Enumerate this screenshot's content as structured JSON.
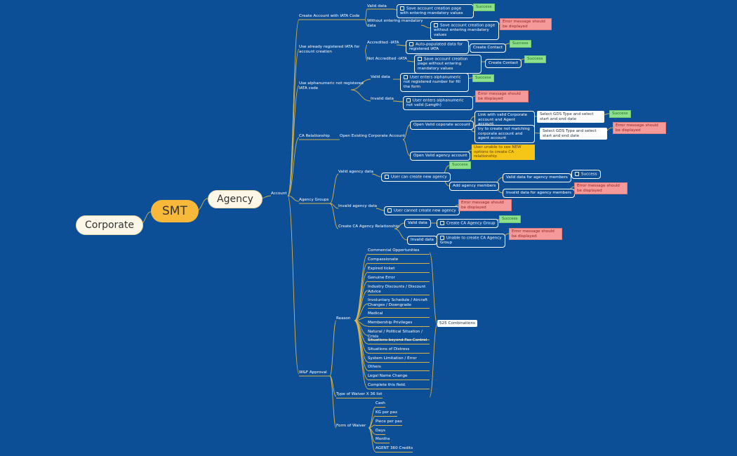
{
  "colors": {
    "background": "#0d4f96",
    "line": "#d8b34a",
    "success": "#8ee08e",
    "error": "#f59a9a",
    "warning": "#f5c518",
    "root": "#f8b93a"
  },
  "root": {
    "corporate": "Corporate",
    "smt": "SMT",
    "agency": "Agency",
    "account": "Account"
  },
  "branches": {
    "create_iata": "Create Account with IATA Code",
    "registered_iata": "Use already registered IATA for account creation",
    "alnum_iata": "Use alphanumeric not registered IATA code",
    "ca_relationship": "CA Relationship",
    "agency_groups": "Agency Groups",
    "wf_approval": "W&F Approval"
  },
  "create_iata": {
    "valid_data": "Valid data",
    "valid_action": "Save account creation page with entering mandatory values",
    "success": "Success",
    "without_mandatory": "Without entering mandatory data",
    "without_action": "Save account creation page without entering mandatory values",
    "error": "Error message should be displayed"
  },
  "registered_iata": {
    "accredited": "Accredited -IATA",
    "accredited_action": "Auto-populated data for registered IATA",
    "create_contact": "Create Contact",
    "success": "Success",
    "not_accredited": "Not Accredited -IATA",
    "not_accredited_action": "Save account creation page without entering mandatory values",
    "create_contact_2": "Create Contact",
    "success_2": "Success"
  },
  "alnum_iata": {
    "valid_data": "Valid data",
    "valid_action": "User enters alphanumeric not registered number for fill the form",
    "success": "Success",
    "invalid_data": "Invalid data",
    "invalid_action": "User enters alphanumeric not valid (Length)",
    "error": "Error message should be displayed"
  },
  "ca": {
    "open_existing": "Open Existing Corporate Account",
    "open_valid_corp": "Open Valid coporate account",
    "link_valid": "Link with valid Corporate account and Agent account",
    "select_gds_1": "Select GDS Type and select start and end date",
    "success": "Success",
    "try_not_matching": "try to create not matching corporate account and agent account",
    "select_gds_2": "Select GDS Type and select start and end date",
    "error": "Error message should be displayed",
    "open_valid_agency": "Open Valid agency account",
    "warning": "User unable to see  NEW options to create CA relationship"
  },
  "groups": {
    "valid_agency_data": "Valid agency data",
    "can_create": "User can create new agency",
    "success": "Success",
    "add_members": "Add agency members",
    "valid_members": "Valid data for agency members",
    "success_2": "Success",
    "invalid_members": "Invalid data for agency members",
    "error_members": "Error message should be displayed",
    "invalid_agency_data": "Invalid agency data",
    "cannot_create": "User cannot create new agency",
    "error_agency": "Error message should be displayed",
    "create_ca_rel": "Create CA Agency Relationship",
    "valid_data": "Valid data",
    "create_group": "Create CA Agency Group",
    "success_3": "Success",
    "invalid_data": "Invalid data",
    "unable_group": "Unable to create CA Agency Group",
    "error_group": "Error message should be displayed"
  },
  "wf": {
    "reason": "Reason",
    "reasons": [
      "Commercial Opportunities",
      "Compassionate",
      "Expired ticket",
      "Genuine Error",
      "Industry Discounts / Discount Advice",
      "Involuntary Schedule / Aircraft Changes / Downgrade",
      "Medical",
      "Membership Privileges",
      "Natural / Political Situation / Crisis",
      "Situations beyond Pax Control",
      "Situations of Distress",
      "System Limitation / Error",
      "Others",
      "Legal Name Change",
      "Complete this field."
    ],
    "combinations": "525 Combinations",
    "type_of_waiver": "Type of Waiver  X 36 list",
    "form_of_waiver": "Form of Waiver",
    "forms": [
      "Cash",
      "KG per pax",
      "Piece per pax",
      "Days",
      "Months",
      "AGENT 360 Credits"
    ]
  }
}
